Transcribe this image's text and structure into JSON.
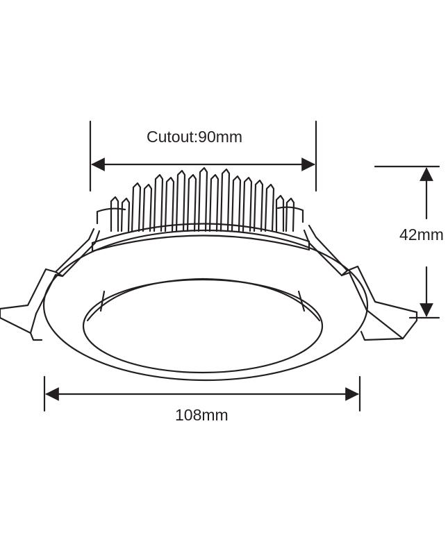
{
  "dimensions": {
    "cutout_label": "Cutout:90mm",
    "height_label": "42mm",
    "diameter_label": "108mm"
  },
  "colors": {
    "line": "#231f20",
    "background": "#ffffff"
  }
}
